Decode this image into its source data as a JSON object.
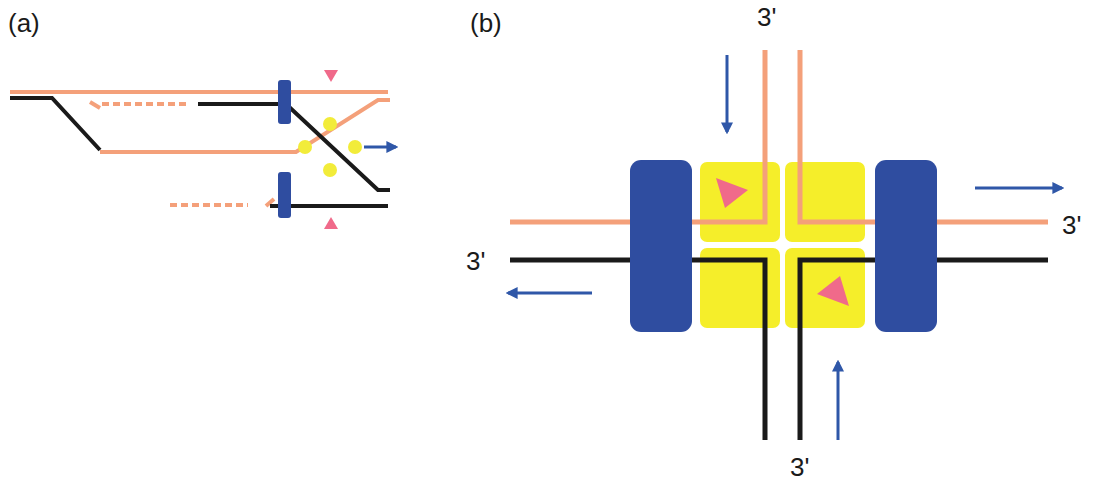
{
  "diagram": {
    "labels": [
      "(a)",
      "(b)",
      "3'",
      "3'",
      "3'",
      "3'"
    ]
  }
}
